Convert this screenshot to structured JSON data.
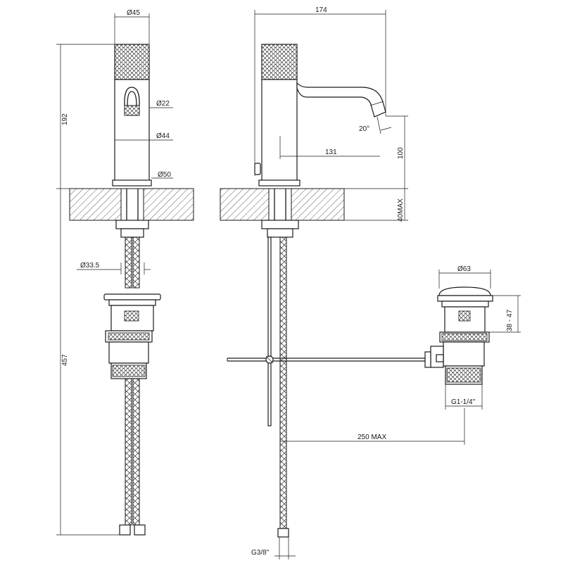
{
  "front_view": {
    "dia_top": "Ø45",
    "dia_spout": "Ø22",
    "dia_body": "Ø44",
    "dia_base": "Ø50",
    "dia_shank": "Ø33.5",
    "height_above": "192",
    "height_below": "457"
  },
  "side_view": {
    "depth": "174",
    "angle": "20°",
    "reach": "131",
    "spout_height": "100",
    "deck_thickness": "40MAX",
    "rod_distance": "250 MAX",
    "inlet_thread": "G3/8\""
  },
  "waste_view": {
    "dia_cap": "Ø63",
    "cap_height": "38 - 47",
    "thread": "G1-1/4\""
  }
}
